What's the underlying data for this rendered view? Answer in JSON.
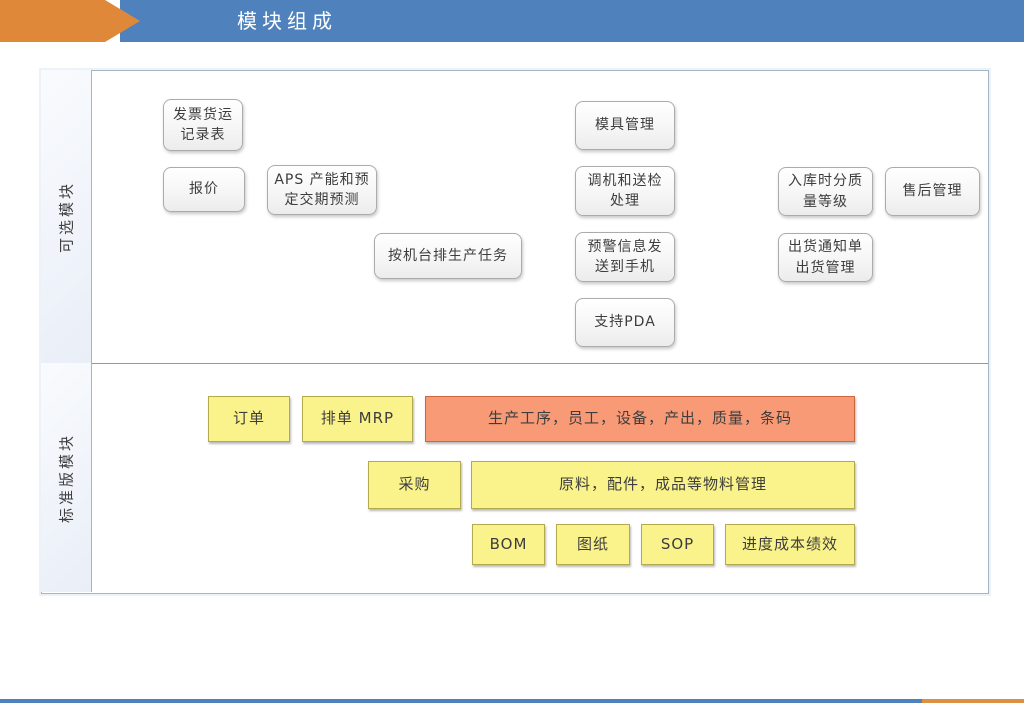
{
  "header": {
    "title": "模块组成"
  },
  "sections": {
    "optional": {
      "label": "可选模块",
      "boxes": [
        {
          "label": "发票货运记录表"
        },
        {
          "label": "报价"
        },
        {
          "label": "APS 产能和预定交期预测"
        },
        {
          "label": "按机台排生产任务"
        },
        {
          "label": "模具管理"
        },
        {
          "label": "调机和送检处理"
        },
        {
          "label": "预警信息发送到手机"
        },
        {
          "label": "支持PDA"
        },
        {
          "label": "入库时分质量等级"
        },
        {
          "label": "售后管理"
        },
        {
          "label": "出货通知单出货管理"
        }
      ]
    },
    "standard": {
      "label": "标准版模块",
      "boxes": [
        {
          "label": "订单"
        },
        {
          "label": "排单 MRP"
        },
        {
          "label": "生产工序，员工，设备，产出，质量，条码"
        },
        {
          "label": "采购"
        },
        {
          "label": "原料，配件，成品等物料管理"
        },
        {
          "label": "BOM"
        },
        {
          "label": "图纸"
        },
        {
          "label": "SOP"
        },
        {
          "label": "进度成本绩效"
        }
      ]
    }
  },
  "colors": {
    "header_blue": "#4f81bd",
    "accent_orange": "#e0883a",
    "gray_box_border": "#ababab",
    "yellow_box": "#faf38c",
    "yellow_box_border": "#b3a94f",
    "salmon_box": "#f99a76",
    "salmon_box_border": "#c9673e",
    "frame_border": "#a3b6c2"
  }
}
